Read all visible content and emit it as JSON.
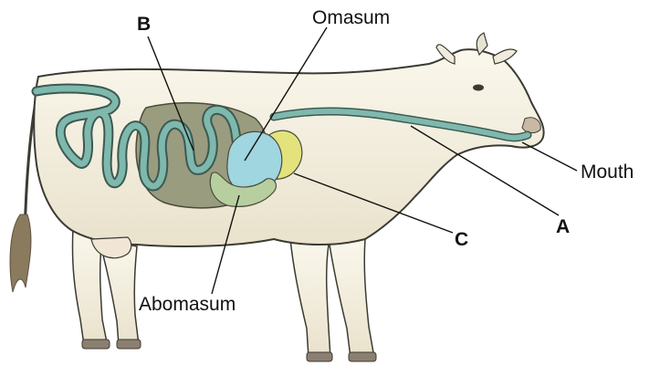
{
  "labels": {
    "A": "A",
    "B": "B",
    "C": "C",
    "omasum": "Omasum",
    "abomasum": "Abomasum",
    "mouth": "Mouth"
  },
  "colors": {
    "body": "#f6f2e4",
    "outline": "#3b3b33",
    "intestine": "#7fb8ad",
    "rumen": "#9a9c7f",
    "omasum": "#9fd6df",
    "abomasum": "#b7cf9f",
    "reticulum": "#e3e27d",
    "tail_switch": "#8a7a5e"
  }
}
